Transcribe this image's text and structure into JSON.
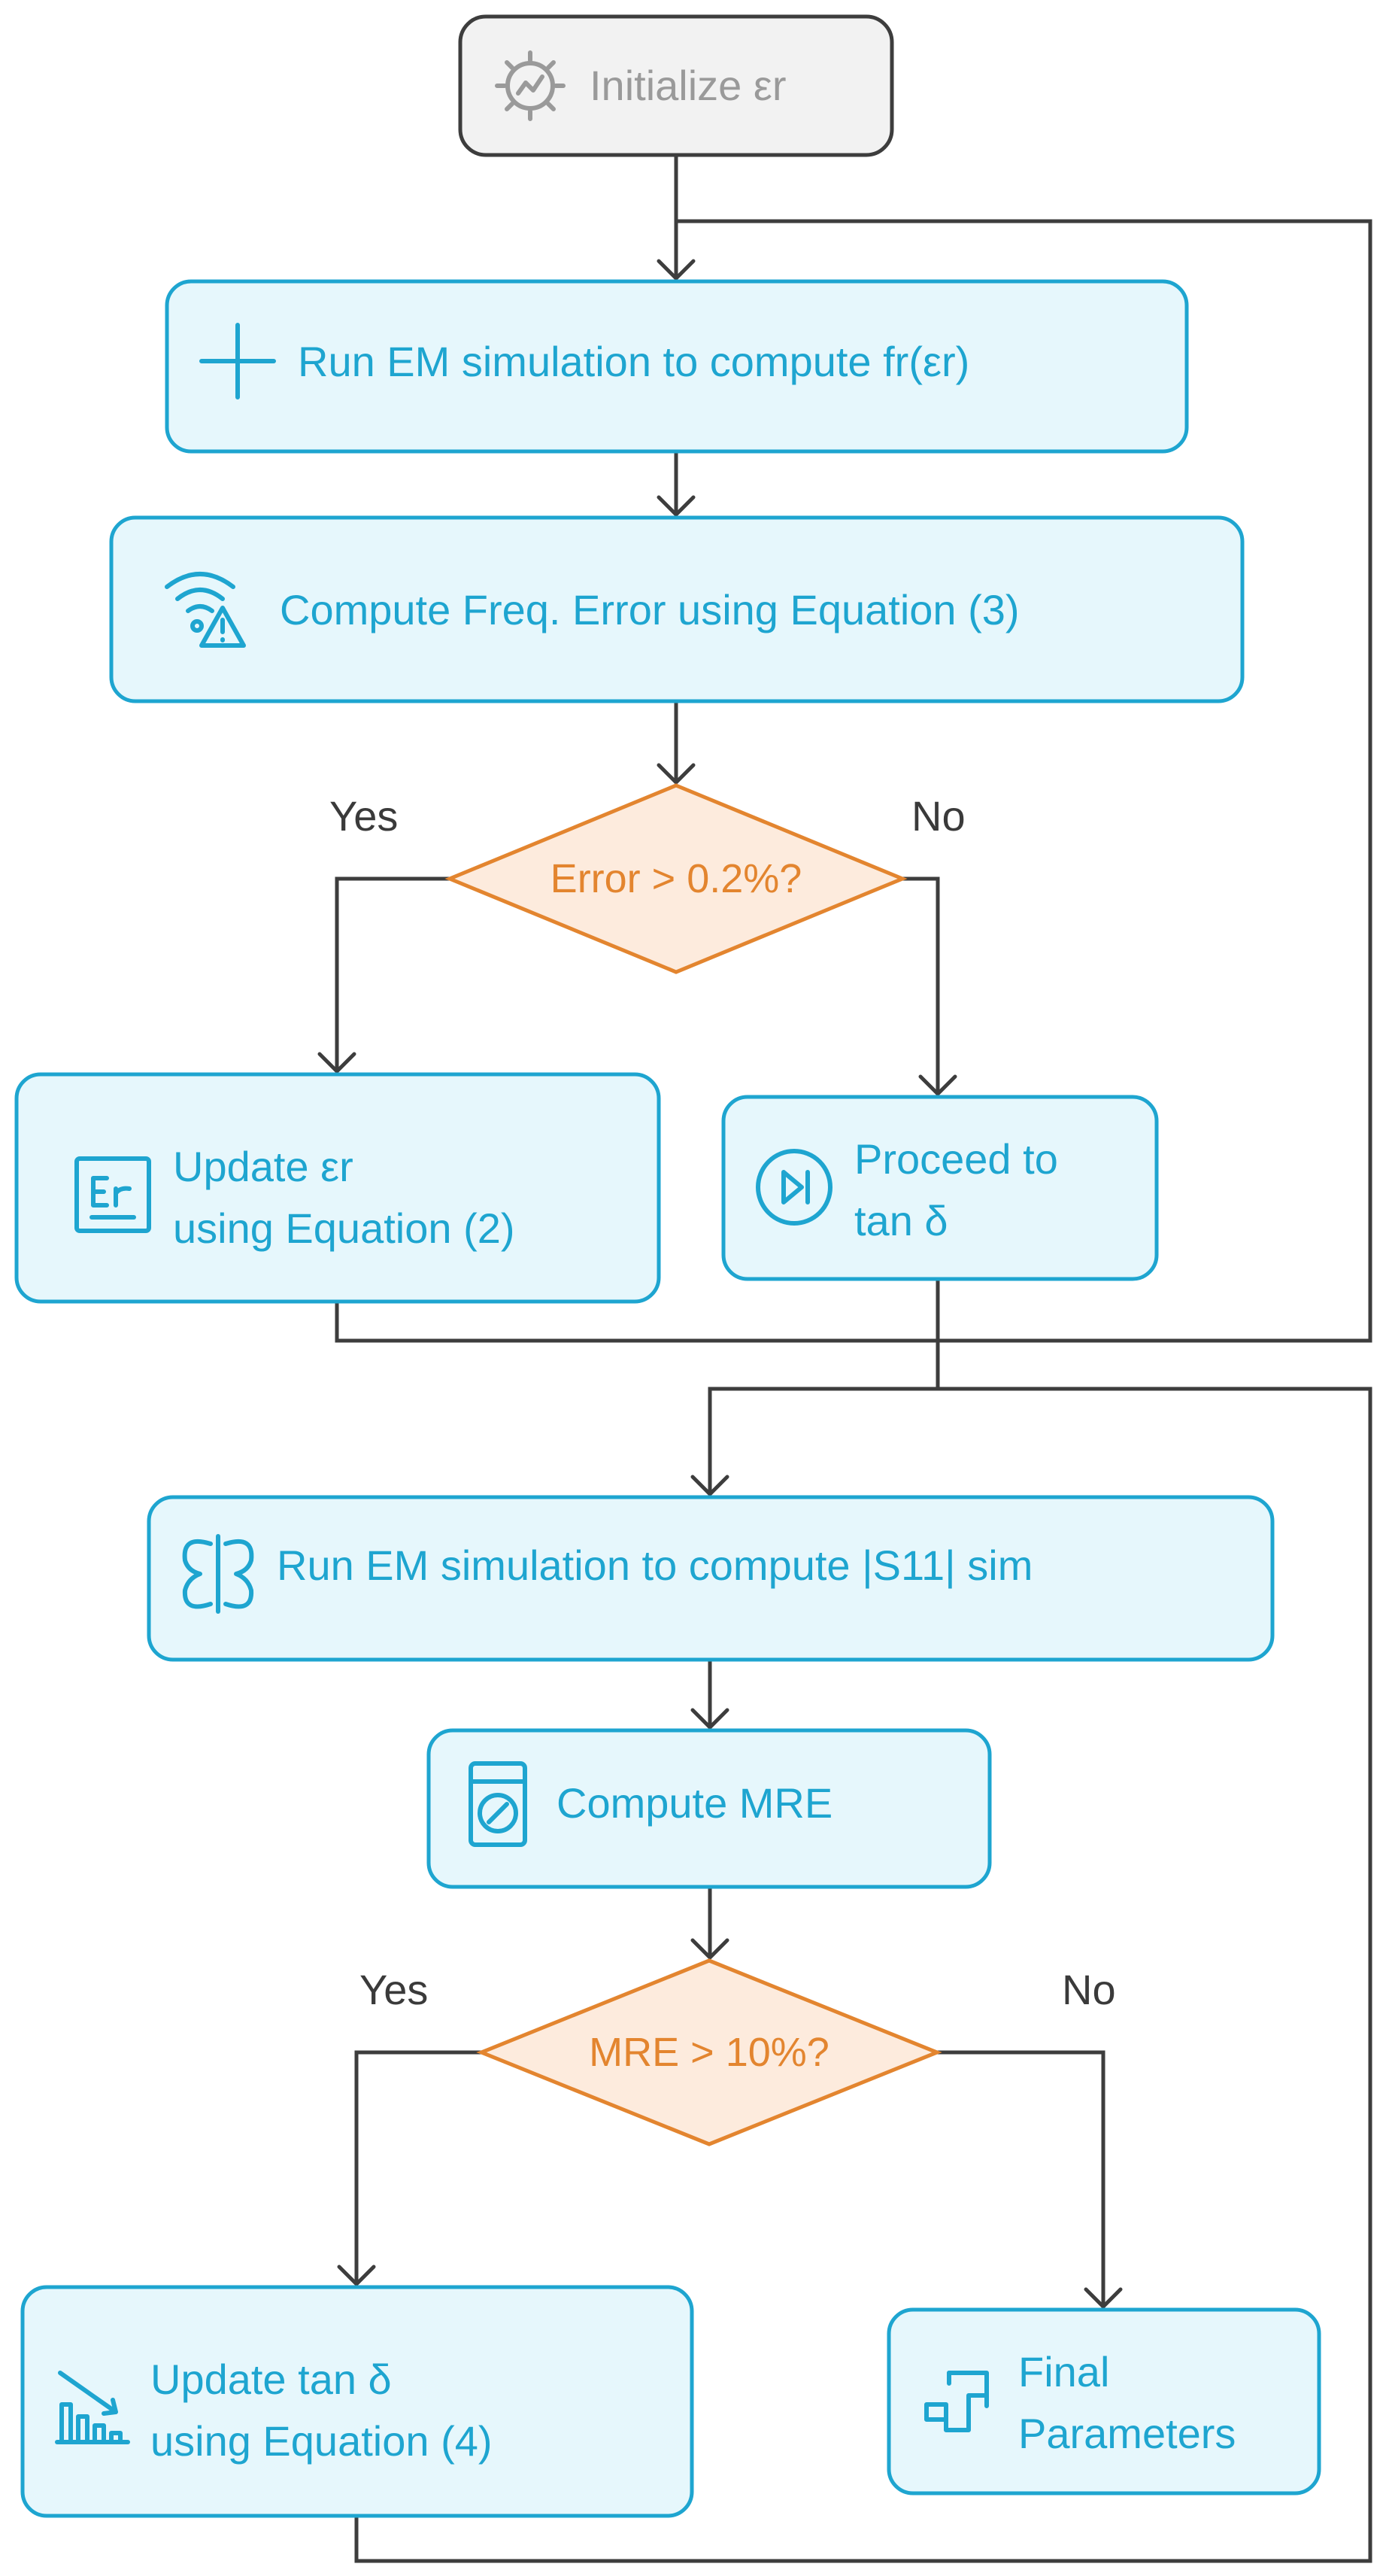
{
  "nodes": {
    "init": {
      "label": "Initialize εr",
      "icon": "gear-chart-icon"
    },
    "run_em_fr": {
      "label": "Run EM simulation to compute fr(εr)",
      "icon": "plus-icon"
    },
    "freq_error": {
      "label": "Compute Freq. Error using Equation (3)",
      "icon": "wifi-warning-icon"
    },
    "decision_error": {
      "label": "Error > 0.2%?"
    },
    "update_er": {
      "line1": "Update εr",
      "line2": "using Equation (2)",
      "icon": "er-box-icon"
    },
    "proceed": {
      "line1": "Proceed to",
      "line2": "tan δ",
      "icon": "skip-forward-icon"
    },
    "run_em_s11": {
      "label": "Run EM simulation to compute |S11| sim",
      "icon": "butterfly-icon"
    },
    "compute_mre": {
      "label": "Compute MRE",
      "icon": "washing-machine-icon"
    },
    "decision_mre": {
      "label": "MRE > 10%?"
    },
    "update_tan": {
      "line1": "Update tan δ",
      "line2": "using Equation (4)",
      "icon": "bar-chart-down-icon"
    },
    "final": {
      "line1": "Final",
      "line2": "Parameters",
      "icon": "pipe-icon"
    }
  },
  "branches": {
    "error_yes": "Yes",
    "error_no": "No",
    "mre_yes": "Yes",
    "mre_no": "No"
  },
  "colors": {
    "node_stroke": "#1ea5d0",
    "node_fill": "#e6f7fc",
    "decision_stroke": "#e3852f",
    "decision_fill": "#fdebdd",
    "start_fill": "#f2f2f2",
    "edge": "#3d3d3d"
  }
}
